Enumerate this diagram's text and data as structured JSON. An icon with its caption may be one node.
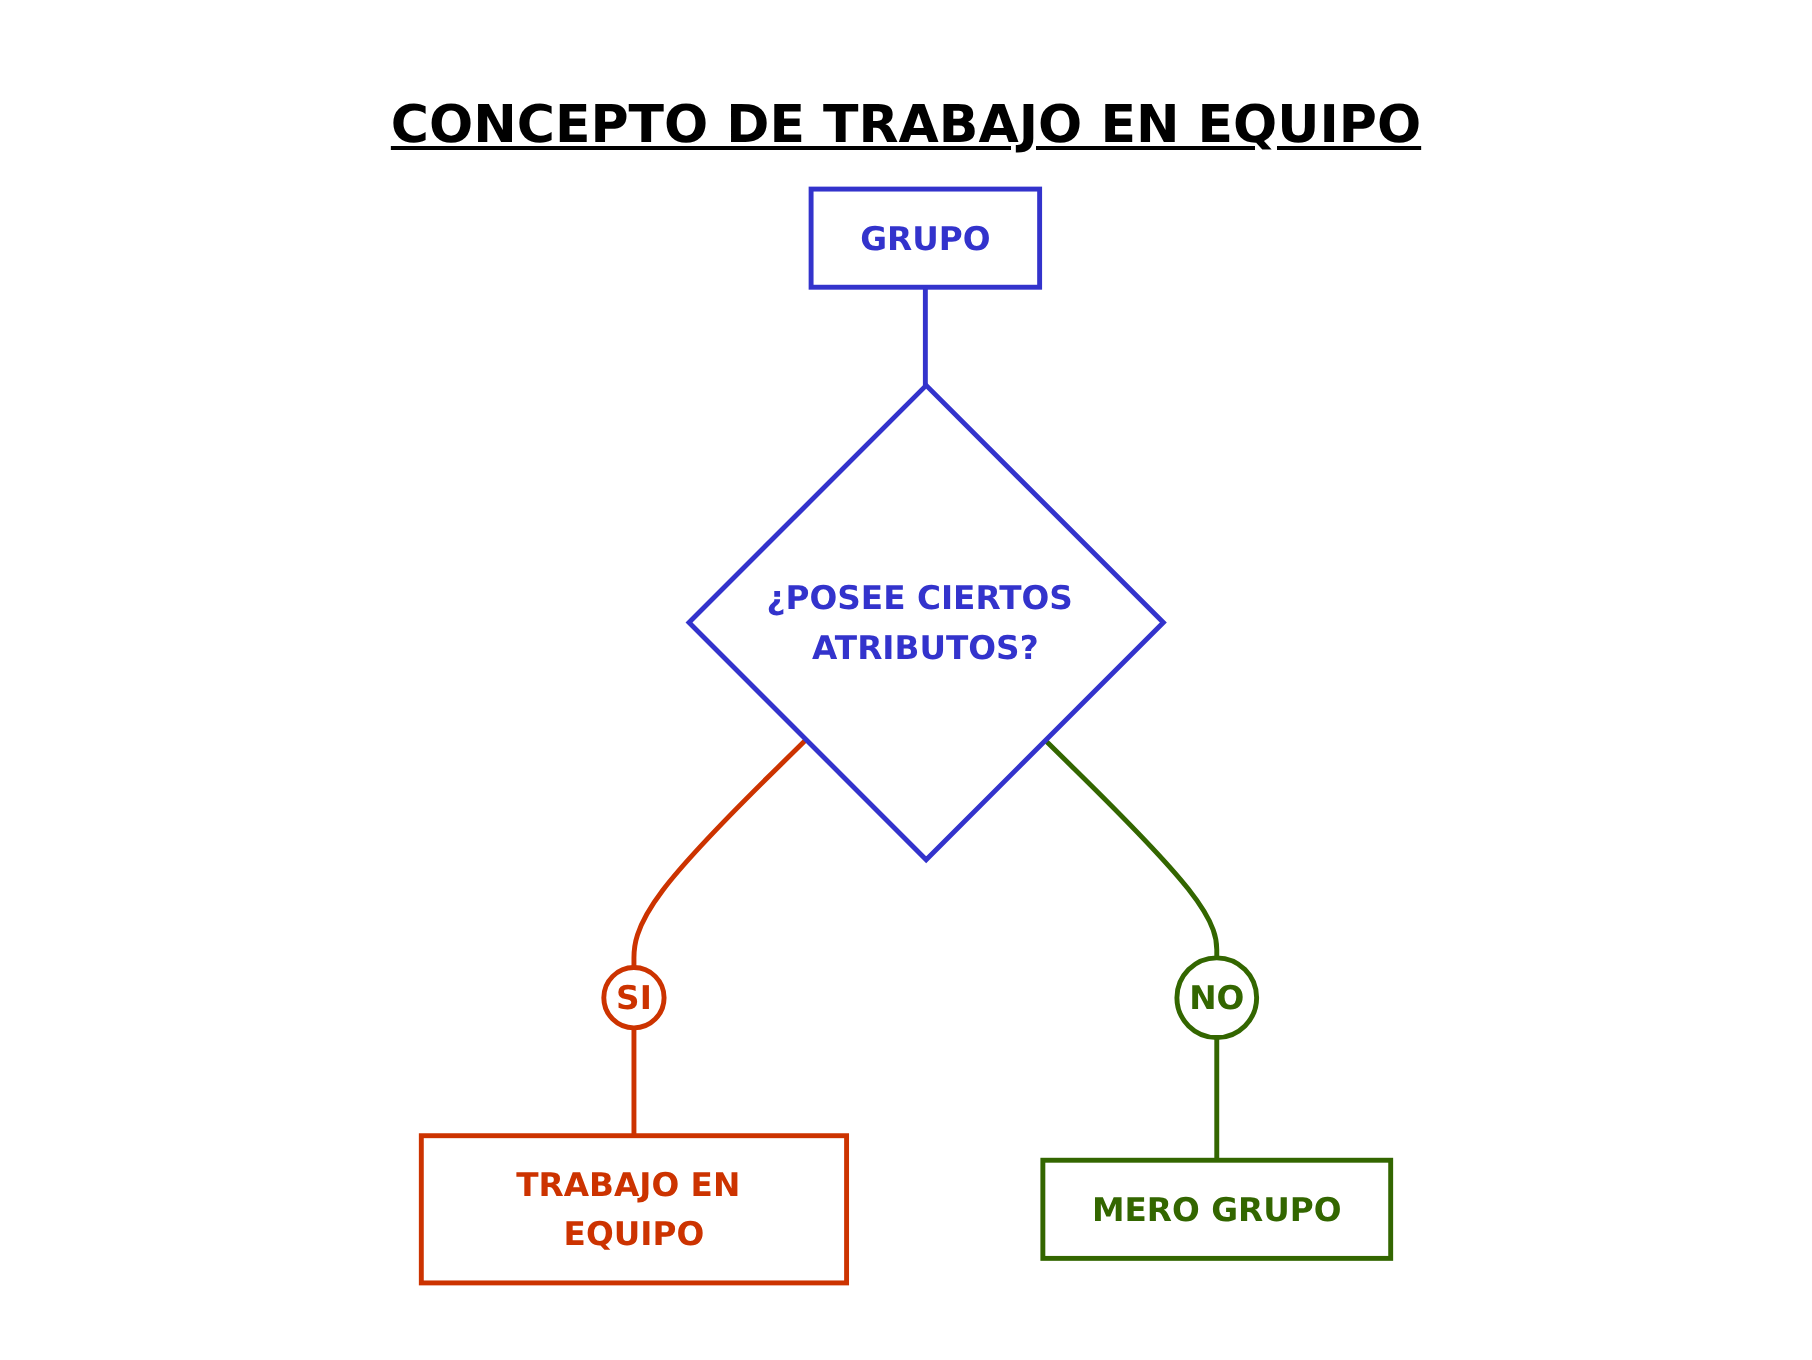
{
  "diagram": {
    "title": "CONCEPTO DE TRABAJO EN EQUIPO",
    "nodes": [
      {
        "text": [
          "GRUPO"
        ]
      },
      {
        "text": [
          "¿POSEE CIERTOS ATRIBUTOS?"
        ]
      },
      {
        "text": [
          "SI"
        ]
      },
      {
        "text": [
          "NO"
        ]
      },
      {
        "text": [
          "TRABAJO EN EQUIPO"
        ]
      },
      {
        "text": [
          "MERO GRUPO"
        ]
      }
    ],
    "edges": [
      {
        "from": 0,
        "to": 1,
        "arrow": "none",
        "color": "#3333cc"
      },
      {
        "from": 1,
        "to": 2,
        "arrow": "none",
        "color": "#cc3300"
      },
      {
        "from": 1,
        "to": 3,
        "arrow": "none",
        "color": "#336600"
      },
      {
        "from": 2,
        "to": 4,
        "arrow": "none",
        "color": "#cc3300"
      },
      {
        "from": 3,
        "to": 5,
        "arrow": "none",
        "color": "#336600"
      }
    ]
  }
}
